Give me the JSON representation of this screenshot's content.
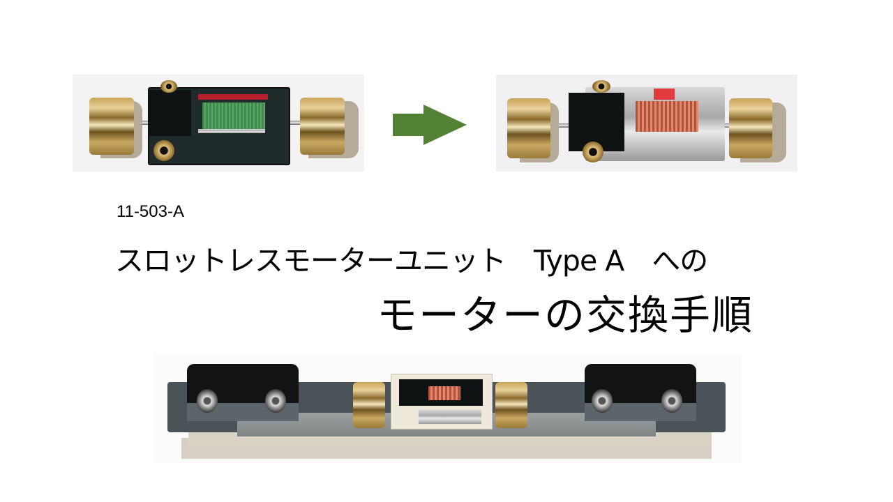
{
  "slide": {
    "product_code": "11-503-A",
    "title_line1": "スロットレスモーターユニット　Type A　への",
    "title_line2": "モーターの交換手順"
  },
  "images": {
    "before": {
      "label": "original-motor-unit-photo",
      "description": "Motor unit with green-wound motor between two brass flywheels"
    },
    "arrow": {
      "label": "replace-arrow",
      "color": "#548235",
      "direction": "right"
    },
    "after": {
      "label": "replaced-motor-unit-photo",
      "description": "Motor unit with copper-wound slotless motor in silver housing between two brass flywheels"
    },
    "chassis": {
      "label": "chassis-with-motor-unit-photo",
      "description": "Model train chassis with two bogies and the motor unit installed in the center"
    }
  },
  "colors": {
    "background": "#ffffff",
    "text": "#000000",
    "arrow": "#548235"
  }
}
